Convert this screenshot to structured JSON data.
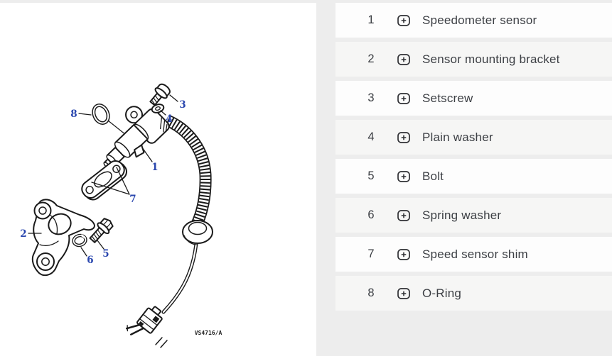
{
  "diagram": {
    "code": "VS4716/A",
    "callouts": [
      "1",
      "2",
      "3",
      "4",
      "5",
      "6",
      "7",
      "8"
    ],
    "callout_color": "#2946ae",
    "line_color": "#1a1a1a",
    "panel_background": "#ffffff"
  },
  "parts_list": {
    "rows": [
      {
        "number": "1",
        "label": "Speedometer sensor"
      },
      {
        "number": "2",
        "label": "Sensor mounting bracket"
      },
      {
        "number": "3",
        "label": "Setscrew"
      },
      {
        "number": "4",
        "label": "Plain washer"
      },
      {
        "number": "5",
        "label": "Bolt"
      },
      {
        "number": "6",
        "label": "Spring washer"
      },
      {
        "number": "7",
        "label": "Speed sensor shim"
      },
      {
        "number": "8",
        "label": "O-Ring"
      }
    ],
    "expand_icon": "plus-in-rounded-square-icon",
    "row_background_odd": "#fdfdfd",
    "row_background_even": "#f6f6f5",
    "text_color": "#3c3f44",
    "page_background": "#ededed"
  }
}
